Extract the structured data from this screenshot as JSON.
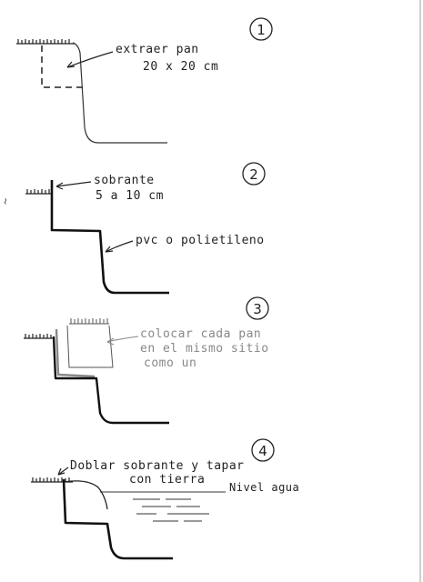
{
  "steps": [
    {
      "number": "1",
      "labels": [
        "extraer pan",
        "20 x 20 cm"
      ]
    },
    {
      "number": "2",
      "labels": [
        "sobrante",
        "5 a 10 cm",
        "pvc o polietileno"
      ]
    },
    {
      "number": "3",
      "labels": [
        "colocar cada pan",
        "en el mismo sitio",
        "como un"
      ]
    },
    {
      "number": "4",
      "labels": [
        "Doblar sobrante y tapar",
        "con tierra",
        "Nivel agua"
      ]
    }
  ],
  "margin_mark": "~",
  "colors": {
    "ink": "#1a1a1a",
    "pencil": "#777777",
    "paper": "#ffffff"
  }
}
